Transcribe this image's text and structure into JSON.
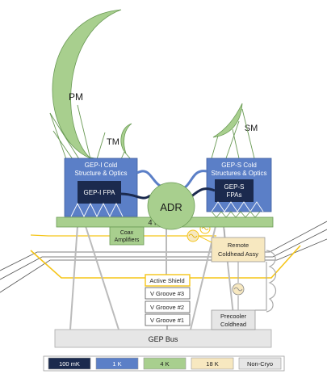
{
  "labels": {
    "pm": "PM",
    "tm": "TM",
    "sm": "SM",
    "gepi_structure_line1": "GEP-I Cold",
    "gepi_structure_line2": "Structure & Optics",
    "gepi_fpa": "GEP-I FPA",
    "geps_structure_line1": "GEP-S Cold",
    "geps_structure_line2": "Structures & Optics",
    "geps_fpa_line1": "GEP-S",
    "geps_fpa_line2": "FPAs",
    "adr": "ADR",
    "shield_4k": "4 K  Shield",
    "coax_line1": "Coax",
    "coax_line2": "Amplifiers",
    "remote_line1": "Remote",
    "remote_line2": "Coldhead Assy",
    "active_shield": "Active Shield",
    "vgroove3": "V Groove #3",
    "vgroove2": "V Groove #2",
    "vgroove1": "V Groove #1",
    "precooler_line1": "Precooler",
    "precooler_line2": "Coldhead",
    "gep_bus": "GEP Bus"
  },
  "legend": [
    {
      "label": "100 mK",
      "color": "#1b2a4e",
      "text_color": "#ffffff"
    },
    {
      "label": "1 K",
      "color": "#5b7fc7",
      "text_color": "#ffffff"
    },
    {
      "label": "4 K",
      "color": "#a8cf8e",
      "text_color": "#1a1a1a"
    },
    {
      "label": "18 K",
      "color": "#f7e8c0",
      "text_color": "#1a1a1a"
    },
    {
      "label": "Non-Cryo",
      "color": "#e6e6e6",
      "text_color": "#1a1a1a"
    }
  ],
  "colors": {
    "temp_100mk": "#1b2a4e",
    "temp_1k": "#5b7fc7",
    "temp_4k": "#a8cf8e",
    "temp_18k": "#f7e8c0",
    "non_cryo": "#e6e6e6",
    "active_shield_line": "#f5c518",
    "strut_green": "#6a9a55"
  },
  "icons": {
    "heat_switch": "heat-switch-icon"
  }
}
